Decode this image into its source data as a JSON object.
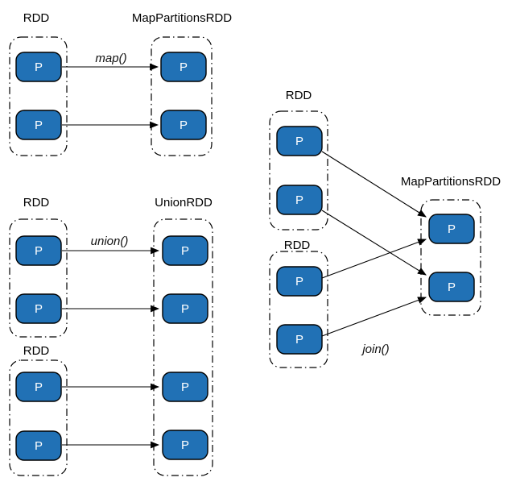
{
  "colors": {
    "partition_fill": "#2171b5",
    "partition_text": "#ffffff",
    "line": "#000000",
    "background": "#ffffff"
  },
  "sections": {
    "map": {
      "operation": "map()",
      "source": {
        "label": "RDD",
        "partitions": [
          "P",
          "P"
        ]
      },
      "target": {
        "label": "MapPartitionsRDD",
        "partitions": [
          "P",
          "P"
        ]
      },
      "connections": [
        {
          "from": "source.P1",
          "to": "target.P1"
        },
        {
          "from": "source.P2",
          "to": "target.P2"
        }
      ]
    },
    "union": {
      "operation": "union()",
      "source1": {
        "label": "RDD",
        "partitions": [
          "P",
          "P"
        ]
      },
      "source2": {
        "label": "RDD",
        "partitions": [
          "P",
          "P"
        ]
      },
      "target": {
        "label": "UnionRDD",
        "partitions": [
          "P",
          "P",
          "P",
          "P"
        ]
      },
      "connections": [
        {
          "from": "source1.P1",
          "to": "target.P1"
        },
        {
          "from": "source1.P2",
          "to": "target.P2"
        },
        {
          "from": "source2.P1",
          "to": "target.P3"
        },
        {
          "from": "source2.P2",
          "to": "target.P4"
        }
      ]
    },
    "join": {
      "operation": "join()",
      "source1": {
        "label": "RDD",
        "partitions": [
          "P",
          "P"
        ]
      },
      "source2": {
        "label": "RDD",
        "partitions": [
          "P",
          "P"
        ]
      },
      "target": {
        "label": "MapPartitionsRDD",
        "partitions": [
          "P",
          "P"
        ]
      },
      "connections": [
        {
          "from": "source1.P1",
          "to": "target.P1"
        },
        {
          "from": "source1.P2",
          "to": "target.P2"
        },
        {
          "from": "source2.P1",
          "to": "target.P1"
        },
        {
          "from": "source2.P2",
          "to": "target.P2"
        }
      ]
    }
  }
}
